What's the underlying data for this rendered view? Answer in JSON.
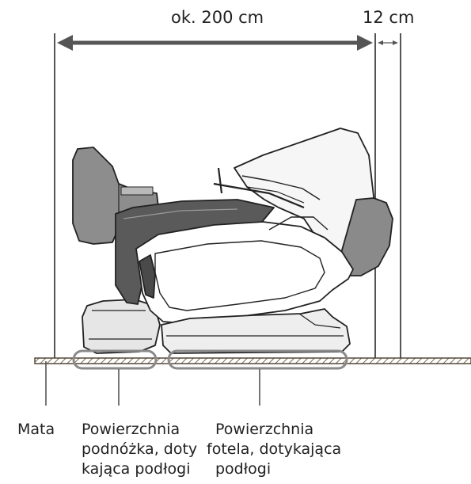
{
  "dimensions": {
    "length": "ok. 200 cm",
    "clearance": "12 cm"
  },
  "callouts": {
    "mat": "Mata",
    "footrest_line1": "Powierzchnia",
    "footrest_line2": "podnóżka, doty",
    "footrest_line3": "kająca podłogi",
    "chair_line1": "Powierzchnia",
    "chair_line2": "fotela, dotykająca",
    "chair_line3": "podłogi"
  }
}
